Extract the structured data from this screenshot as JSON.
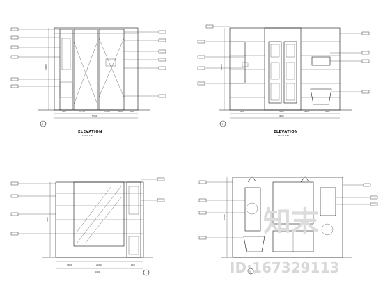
{
  "views": [
    {
      "title": "ELEVATION",
      "scale": "SCALE 1:50",
      "callout": "2",
      "top_dims": [
        "900",
        "1750",
        "1590",
        "650",
        "500"
      ],
      "overall": "5300",
      "height": "2800"
    },
    {
      "title": "ELEVATION",
      "scale": "SCALE 1:50",
      "callout": "3",
      "top_dims": [
        "900",
        "2100",
        "1200",
        "1600"
      ],
      "overall": "5800",
      "height": "2800"
    },
    {
      "callout": "4",
      "bottom_dims": [
        "1800",
        "2000",
        "600"
      ],
      "overall": "4400",
      "height": "2800"
    },
    {
      "callout": "5",
      "height": "2800"
    }
  ],
  "watermark": {
    "text": "知末",
    "id": "ID:167329113"
  },
  "colors": {
    "line": "#111111",
    "background": "#ffffff",
    "watermark": "#dcdcdc"
  }
}
